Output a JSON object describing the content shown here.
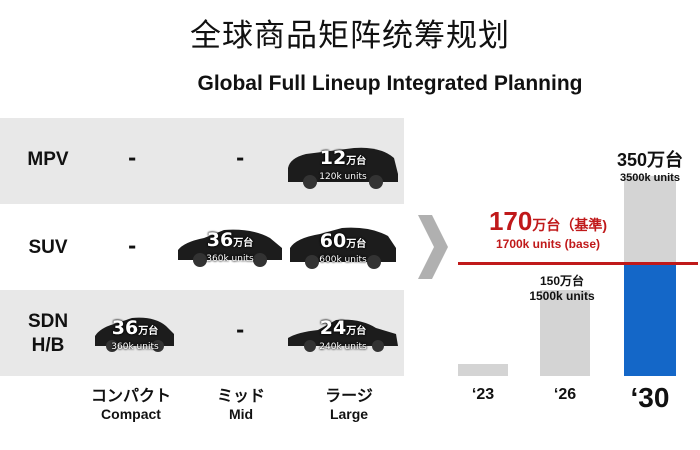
{
  "title": {
    "cn": "全球商品矩阵统筹规划",
    "en": "Global Full Lineup Integrated Planning"
  },
  "matrix": {
    "rows": [
      {
        "label": "MPV",
        "cells": [
          {
            "dash": "-"
          },
          {
            "dash": "-"
          },
          {
            "big": "12",
            "unit": "万台",
            "small": "120k units"
          }
        ]
      },
      {
        "label": "SUV",
        "cells": [
          {
            "dash": "-"
          },
          {
            "big": "36",
            "unit": "万台",
            "small": "360k units"
          },
          {
            "big": "60",
            "unit": "万台",
            "small": "600k units"
          }
        ]
      },
      {
        "label": "SDN\nH/B",
        "cells": [
          {
            "big": "36",
            "unit": "万台",
            "small": "360k units"
          },
          {
            "dash": "-"
          },
          {
            "big": "24",
            "unit": "万台",
            "small": "240k units"
          }
        ]
      }
    ],
    "columns": [
      {
        "jp": "コンパクト",
        "en": "Compact"
      },
      {
        "jp": "ミッド",
        "en": "Mid"
      },
      {
        "jp": "ラージ",
        "en": "Large"
      }
    ]
  },
  "chart_data": {
    "type": "bar",
    "categories": [
      "‘23",
      "‘26",
      "‘30"
    ],
    "values": [
      null,
      150,
      350
    ],
    "unit": "万台",
    "annotations": [
      {
        "category": "‘26",
        "text_cn": "150万台",
        "text_en": "1500k units"
      },
      {
        "category": "‘30",
        "text_cn": "350万台",
        "text_en": "3500k units"
      }
    ],
    "reference_line": {
      "value": 170,
      "text_cn_num": "170",
      "text_cn_unit": "万台（基準)",
      "text_en": "1700k units (base)",
      "color": "#c0191a"
    },
    "ylim": [
      0,
      350
    ],
    "colors": {
      "bar": "#d4d4d4",
      "highlight": "#1467c8",
      "ref": "#c0191a"
    }
  }
}
